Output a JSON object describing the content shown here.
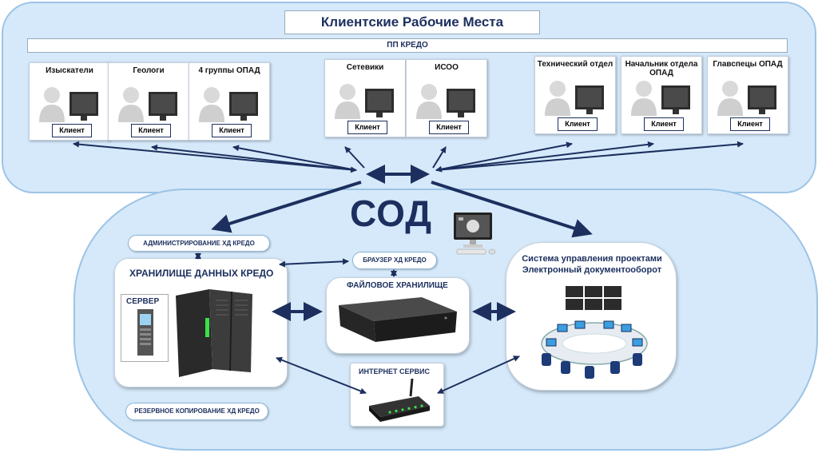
{
  "title": "Клиентские Рабочие Места",
  "pp_credo": "ПП КРЕДО",
  "sod": "СОД",
  "client_label": "Клиент",
  "workstations": [
    {
      "label": "Изыскатели"
    },
    {
      "label": "Геологи"
    },
    {
      "label": "4 группы ОПАД"
    },
    {
      "label": "Сетевики"
    },
    {
      "label": "ИСОО"
    },
    {
      "label": "Технический отдел"
    },
    {
      "label": "Начальник отдела ОПАД"
    },
    {
      "label": "Главспецы ОПАД"
    }
  ],
  "admin_label": "АДМИНИСТРИРОВАНИЕ ХД КРЕДО",
  "storage_title": "ХРАНИЛИЩЕ ДАННЫХ КРЕДО",
  "server_label": "СЕРВЕР",
  "browser_label": "БРАУЗЕР ХД КРЕДО",
  "file_storage_label": "ФАЙЛОВОЕ ХРАНИЛИЩЕ",
  "internet_label": "ИНТЕРНЕТ СЕРВИС",
  "backup_label": "РЕЗЕРВНОЕ КОПИРОВАНИЕ ХД КРЕДО",
  "pms_title": "Система управления проектами Электронный документооборот",
  "colors": {
    "zone_fill": "#d5e9fa",
    "zone_border": "#9cc3e6",
    "arrow": "#1c2f5e",
    "server_green": "#3be04a"
  }
}
